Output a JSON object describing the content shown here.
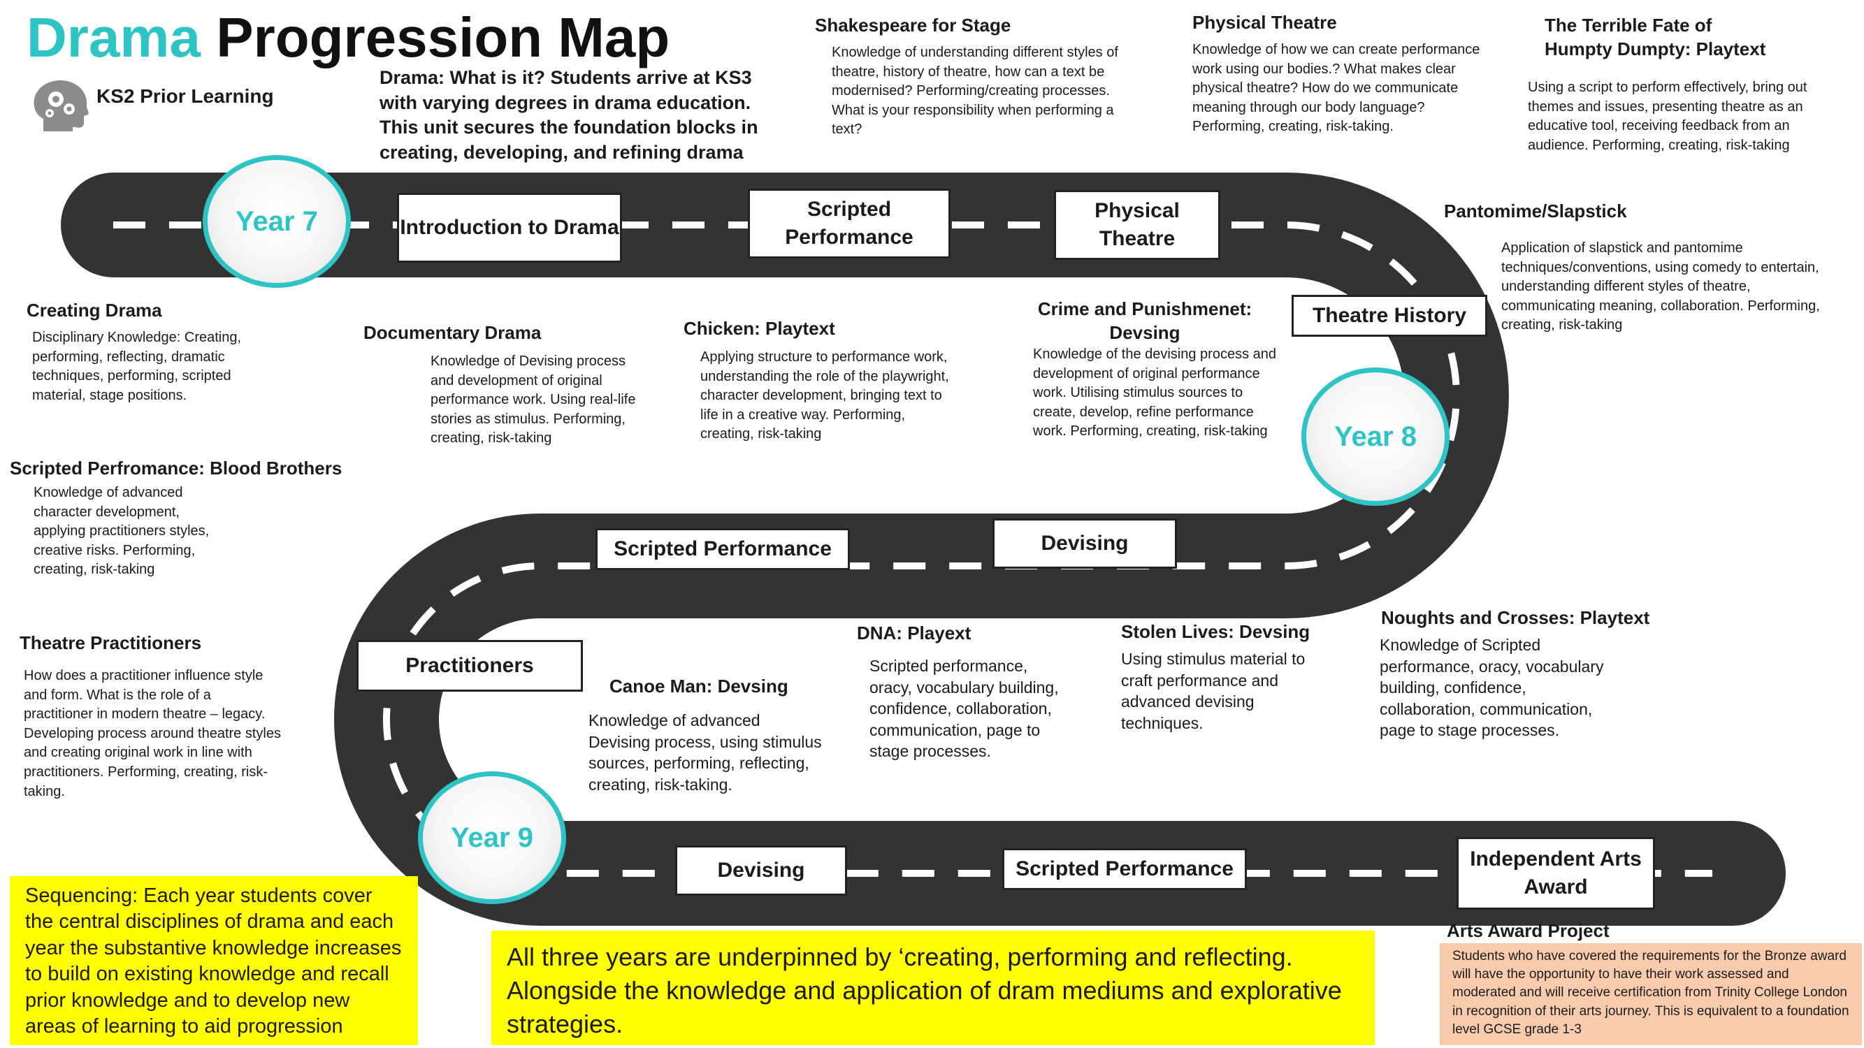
{
  "title": {
    "word1": "Drama",
    "word2": "Progression Map"
  },
  "ks2_label": "KS2 Prior Learning",
  "intro_text": "Drama: What is it? Students arrive at KS3 with varying degrees in drama education. This unit secures the foundation blocks in creating, developing, and refining drama",
  "years": {
    "y7": "Year 7",
    "y8": "Year 8",
    "y9": "Year 9"
  },
  "boxes": {
    "intro_drama": "Introduction to Drama",
    "scripted_1": "Scripted Performance",
    "physical": "Physical Theatre",
    "theatre_history": "Theatre History",
    "scripted_2": "Scripted Performance",
    "devising_1": "Devising",
    "practitioners": "Practitioners",
    "devising_2": "Devising",
    "scripted_3": "Scripted Performance",
    "independent": "Independent Arts Award"
  },
  "units": {
    "shakespeare": {
      "title": "Shakespeare for Stage",
      "text": "Knowledge of understanding different styles of theatre, history of theatre, how can a text be modernised? Performing/creating processes. What is your responsibility when performing a text?"
    },
    "physical_theatre": {
      "title": "Physical Theatre",
      "text": "Knowledge of  how we can create performance work using our bodies.? What makes clear physical theatre? How do we communicate meaning through our body language? Performing, creating, risk-taking."
    },
    "humpty": {
      "title": "The Terrible Fate of Humpty Dumpty: Playtext",
      "text": "Using a script to perform effectively, bring out themes and issues, presenting theatre as an educative tool, receiving feedback from an audience. Performing, creating, risk-taking"
    },
    "pantomime": {
      "title": "Pantomime/Slapstick",
      "text": " Application of slapstick and pantomime techniques/conventions, using comedy to entertain, understanding different styles of theatre, communicating meaning, collaboration. Performing, creating, risk-taking"
    },
    "creating": {
      "title": "Creating Drama",
      "text": "Disciplinary Knowledge: Creating, performing, reflecting, dramatic techniques, performing, scripted material, stage positions."
    },
    "documentary": {
      "title": "Documentary Drama",
      "text": "Knowledge of Devising process and development of original performance work. Using real-life stories as stimulus. Performing, creating, risk-taking"
    },
    "chicken": {
      "title": "Chicken: Playtext",
      "text": "Applying structure to performance work, understanding the role of the playwright, character development, bringing text to life in a creative way. Performing, creating, risk-taking"
    },
    "crime": {
      "title": "Crime and Punishmenet: Devsing",
      "text": "Knowledge of  the devising process and development of original performance work. Utilising stimulus sources to create, develop, refine performance work. Performing, creating, risk-taking"
    },
    "blood_brothers": {
      "title": "Scripted Perfromance: Blood Brothers",
      "text": "Knowledge of advanced character development, applying practitioners styles, creative risks. Performing, creating, risk-taking"
    },
    "practitioners": {
      "title": "Theatre Practitioners",
      "text": "How does a practitioner influence style and form. What is the role of a practitioner in modern theatre – legacy. Developing process around theatre styles and creating original work in line with practitioners. Performing, creating, risk-taking."
    },
    "canoe": {
      "title": "Canoe Man: Devsing",
      "text": "Knowledge of advanced  Devising process, using stimulus sources, performing, reflecting, creating, risk-taking."
    },
    "dna": {
      "title": "DNA: Playext",
      "text": "Scripted performance, oracy, vocabulary building, confidence, collaboration, communication, page to stage processes."
    },
    "stolen": {
      "title": "Stolen Lives: Devsing",
      "text": "Using stimulus material to craft performance and advanced devising techniques."
    },
    "noughts": {
      "title": "Noughts and Crosses: Playtext",
      "text": "Knowledge of Scripted performance, oracy, vocabulary building, confidence, collaboration, communication, page to stage processes."
    }
  },
  "sequencing_text": "Sequencing: Each year students  cover the central disciplines of drama and each year the substantive knowledge increases to build on existing knowledge and recall prior knowledge and to develop new areas of learning to aid progression",
  "underpinned_text": "All three years are underpinned by ‘creating, performing and reflecting. Alongside the knowledge and application of dram mediums and explorative strategies.",
  "arts_award": {
    "title": "Arts Award Project",
    "text": "Students who have covered the requirements for the Bronze award will have the opportunity to have their work assessed and moderated and will receive certification from Trinity College London in recognition of their arts journey. This is equivalent to a foundation level GCSE grade 1-3"
  },
  "colors": {
    "accent": "#2ec4c6",
    "road": "#333333",
    "highlight": "#ffff00",
    "award_bg": "#f9cbad"
  },
  "icons": {
    "ks2": "brain-gears-icon"
  }
}
